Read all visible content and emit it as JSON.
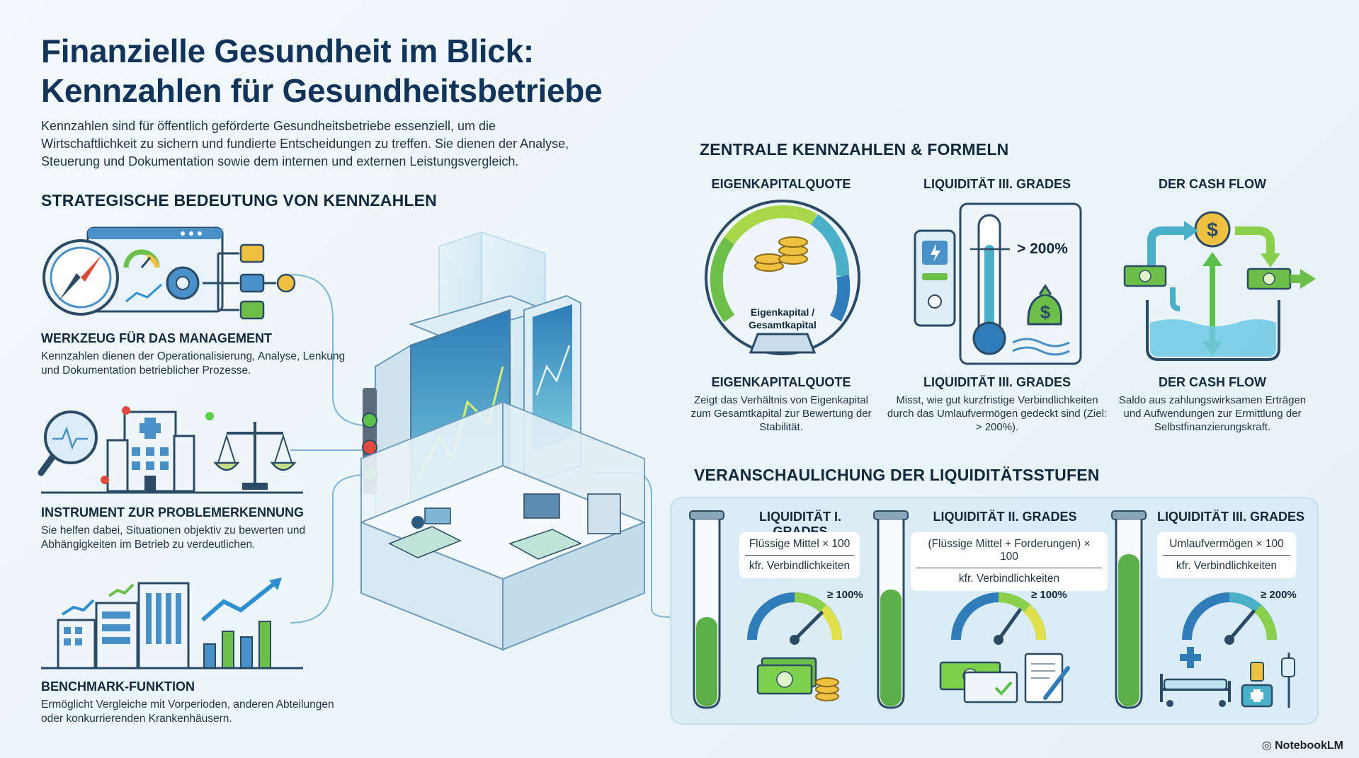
{
  "header": {
    "title_line1": "Finanzielle Gesundheit im Blick:",
    "title_line2": "Kennzahlen für Gesundheitsbetriebe",
    "intro": "Kennzahlen sind für öffentlich geförderte Gesundheitsbetriebe essenziell, um die Wirtschaftlichkeit zu sichern und fundierte Entscheidungen zu treffen. Sie dienen der Analyse, Steuerung und Dokumentation sowie dem internen und externen Leistungsvergleich."
  },
  "strategic": {
    "title": "STRATEGISCHE BEDEUTUNG VON KENNZAHLEN",
    "items": [
      {
        "title": "WERKZEUG FÜR DAS MANAGEMENT",
        "desc": "Kennzahlen dienen der Operationalisierung, Analyse, Lenkung und Dokumentation betrieblicher Prozesse.",
        "icon": "compass-dashboard-icon"
      },
      {
        "title": "INSTRUMENT ZUR PROBLEMERKENNUNG",
        "desc": "Sie helfen dabei, Situationen objektiv zu bewerten und Abhängigkeiten im Betrieb zu verdeutlichen.",
        "icon": "magnifier-hospital-scale-icon"
      },
      {
        "title": "BENCHMARK-FUNKTION",
        "desc": "Ermöglicht Vergleiche mit Vorperioden, anderen Abteilungen oder konkurrierenden Krankenhäusern.",
        "icon": "buildings-growth-chart-icon"
      }
    ]
  },
  "central": {
    "title": "ZENTRALE KENNZAHLEN & FORMELN",
    "cards": [
      {
        "label": "EIGENKAPITALQUOTE",
        "title": "EIGENKAPITALQUOTE",
        "desc": "Zeigt das Verhältnis von Eigenkapital zum Gesamtkapital zur Bewertung der Stabilität.",
        "gauge_text1": "Eigenkapital /",
        "gauge_text2": "Gesamtkapital"
      },
      {
        "label": "LIQUIDITÄT III. GRADES",
        "title": "LIQUIDITÄT III. GRADES",
        "desc": "Misst, wie gut kurzfristige Verbindlichkeiten durch das Umlaufvermögen gedeckt sind (Ziel: > 200%).",
        "thermo_text": "> 200%"
      },
      {
        "label": "DER CASH FLOW",
        "title": "DER CASH FLOW",
        "desc": "Saldo aus zahlungswirksamen Erträgen und Aufwendungen zur Ermittlung der Selbstfinanzierungskraft."
      }
    ]
  },
  "levels": {
    "title": "VERANSCHAULICHUNG DER LIQUIDITÄTSSTUFEN",
    "items": [
      {
        "title": "LIQUIDITÄT I. GRADES",
        "numerator": "Flüssige Mittel × 100",
        "denominator": "kfr. Verbindlichkeiten",
        "threshold": "≥ 100%",
        "fill": 0.48
      },
      {
        "title": "LIQUIDITÄT II. GRADES",
        "numerator": "(Flüssige Mittel + Forderungen) × 100",
        "denominator": "kfr. Verbindlichkeiten",
        "threshold": "≥ 100%",
        "fill": 0.63
      },
      {
        "title": "LIQUIDITÄT III. GRADES",
        "numerator": "Umlaufvermögen × 100",
        "denominator": "kfr. Verbindlichkeiten",
        "threshold": "≥ 200%",
        "fill": 0.82
      }
    ]
  },
  "footer": {
    "brand": "NotebookLM"
  },
  "colors": {
    "primary": "#12345a",
    "accent_green": "#6cc04a",
    "accent_blue": "#2f8fd0",
    "gold": "#f0c040"
  }
}
